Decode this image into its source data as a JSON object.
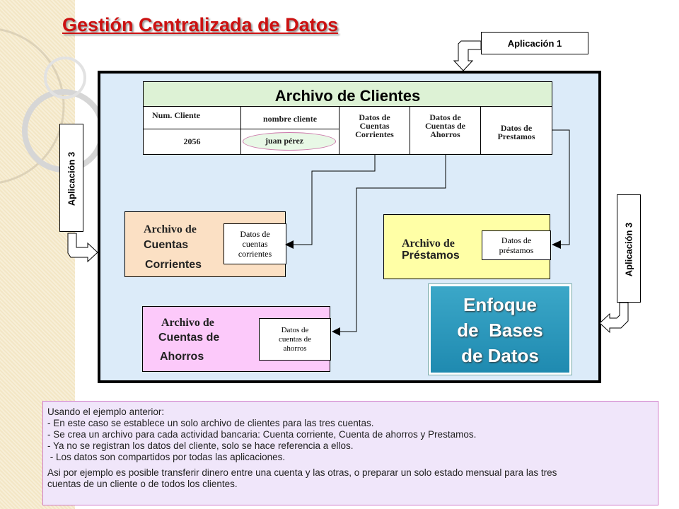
{
  "title": "Gestión Centralizada de Datos",
  "tabs": {
    "app1": "Aplicación 1",
    "app3_left": "Aplicación 3",
    "app3_right": "Aplicación 3"
  },
  "clientes": {
    "title": "Archivo de Clientes",
    "num_cliente_label": "Num. Cliente",
    "nombre_cliente_label": "nombre cliente",
    "num_cliente_value": "2056",
    "nombre_cliente_value": "juan pérez",
    "cuentas_corrientes": [
      "Datos de",
      "Cuentas",
      "Corrientes"
    ],
    "cuentas_ahorros": [
      "Datos de",
      "Cuentas de",
      "Ahorros"
    ],
    "prestamos": [
      "Datos de",
      "Prestamos"
    ]
  },
  "corrientes": {
    "title_line1": "Archivo de",
    "title_line2": "Cuentas",
    "title_line3": "Corrientes",
    "inner": [
      "Datos de",
      "cuentas",
      "corrientes"
    ]
  },
  "prestamos_file": {
    "title_line1": "Archivo de",
    "title_line2": "Préstamos",
    "inner": [
      "Datos de",
      "préstamos"
    ]
  },
  "ahorros_file": {
    "title_line1": "Archivo de",
    "title_line2": "Cuentas de",
    "title_line3": "Ahorros",
    "inner": [
      "Datos de",
      "cuentas de",
      "ahorros"
    ]
  },
  "enfoque": [
    "Enfoque",
    "de  Bases",
    "de Datos"
  ],
  "notes": {
    "intro": "Usando el ejemplo anterior:",
    "bullets": [
      "- En este caso se establece un solo archivo de clientes para las tres cuentas.",
      "- Se crea un archivo para cada actividad bancaria: Cuenta corriente, Cuenta de ahorros y Prestamos.",
      "- Ya no se registran los datos del cliente, solo se hace referencia a ellos.",
      " - Los datos son compartidos por todas las aplicaciones."
    ],
    "closing_line1": "Asi por ejemplo es posible transferir dinero entre una cuenta y las otras, o preparar un solo estado mensual para las tres",
    "closing_line2": "cuentas de un cliente o de todos los clientes."
  },
  "colors": {
    "title": "#cc1111",
    "panel": "#dcebf9",
    "corrientes": "#fbe0c4",
    "prestamos": "#ffffa6",
    "ahorros": "#fcc9fa",
    "enfoque": "#2a9bbf",
    "notes": "#f0e6fa"
  }
}
